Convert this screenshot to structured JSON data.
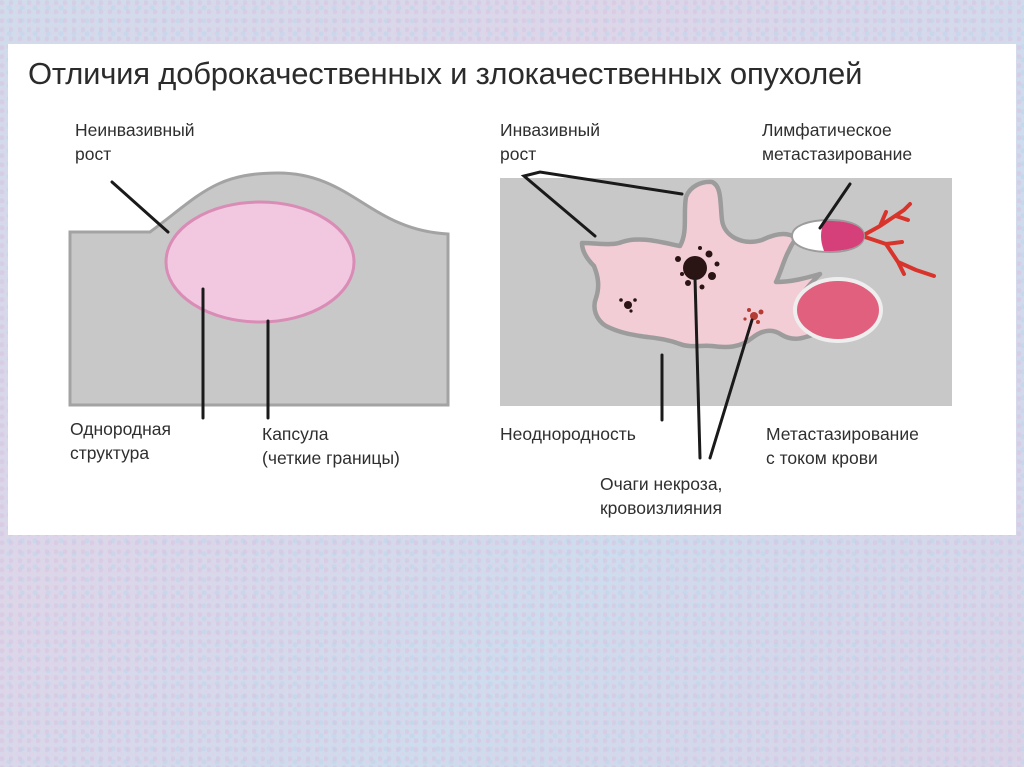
{
  "title": "Отличия доброкачественных и злокачественных опухолей",
  "benign": {
    "growth_label_l1": "Неинвазивный",
    "growth_label_l2": "рост",
    "structure_label_l1": "Однородная",
    "structure_label_l2": "структура",
    "capsule_label_l1": "Капсула",
    "capsule_label_l2": "(четкие границы)"
  },
  "malignant": {
    "growth_label_l1": "Инвазивный",
    "growth_label_l2": "рост",
    "lymph_label_l1": "Лимфатическое",
    "lymph_label_l2": "метастазирование",
    "hetero_label": "Неоднородность",
    "necrosis_label_l1": "Очаги некроза,",
    "necrosis_label_l2": "кровоизлияния",
    "blood_label_l1": "Метастазирование",
    "blood_label_l2": "с током крови"
  },
  "colors": {
    "tissue": "#c8c8c8",
    "tissue_edge": "#9e9e9e",
    "tumor_fill": "#f2c8e0",
    "tumor_edge": "#d98cb5",
    "malignant_fill": "#f3cdd5",
    "metastasis": "#e0607e",
    "vessel": "#d9342c",
    "necrosis": "#2a1414",
    "leader": "#1a1a1a"
  }
}
